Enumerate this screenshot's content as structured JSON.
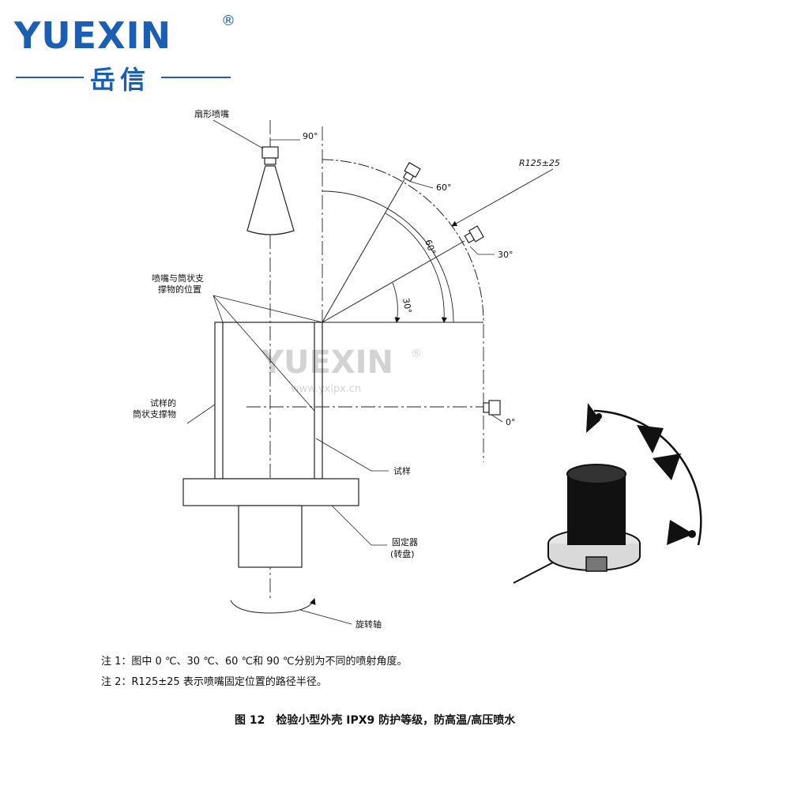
{
  "logo": {
    "wordmark": "YUEXIN",
    "registered": "®",
    "chinese": "岳信",
    "brand_color": "#1a5fb4"
  },
  "watermark": {
    "wordmark": "YUEXIN",
    "registered": "®",
    "url": "www.yxipx.cn"
  },
  "diagram": {
    "labels": {
      "fan_nozzle": "扇形喷嘴",
      "angle_90": "90°",
      "angle_60": "60°",
      "angle_30": "30°",
      "angle_0": "0°",
      "radius": "R125±25",
      "arc_60": "60°",
      "arc_30": "30°",
      "nozzle_position_1": "喷嘴与筒状支",
      "nozzle_position_2": "撑物的位置",
      "cylinder_support_1": "试样的",
      "cylinder_support_2": "筒状支撑物",
      "sample": "试样",
      "fixture_1": "固定器",
      "fixture_2": "(转盘)",
      "rotation_axis": "旋转轴"
    }
  },
  "notes": {
    "note1": "注 1：图中 0 ℃、30 ℃、60 ℃和 90 ℃分别为不同的喷射角度。",
    "note2": "注 2：R125±25 表示喷嘴固定位置的路径半径。"
  },
  "caption": "图 12　检验小型外壳 IPX9 防护等级，防高温/高压喷水"
}
